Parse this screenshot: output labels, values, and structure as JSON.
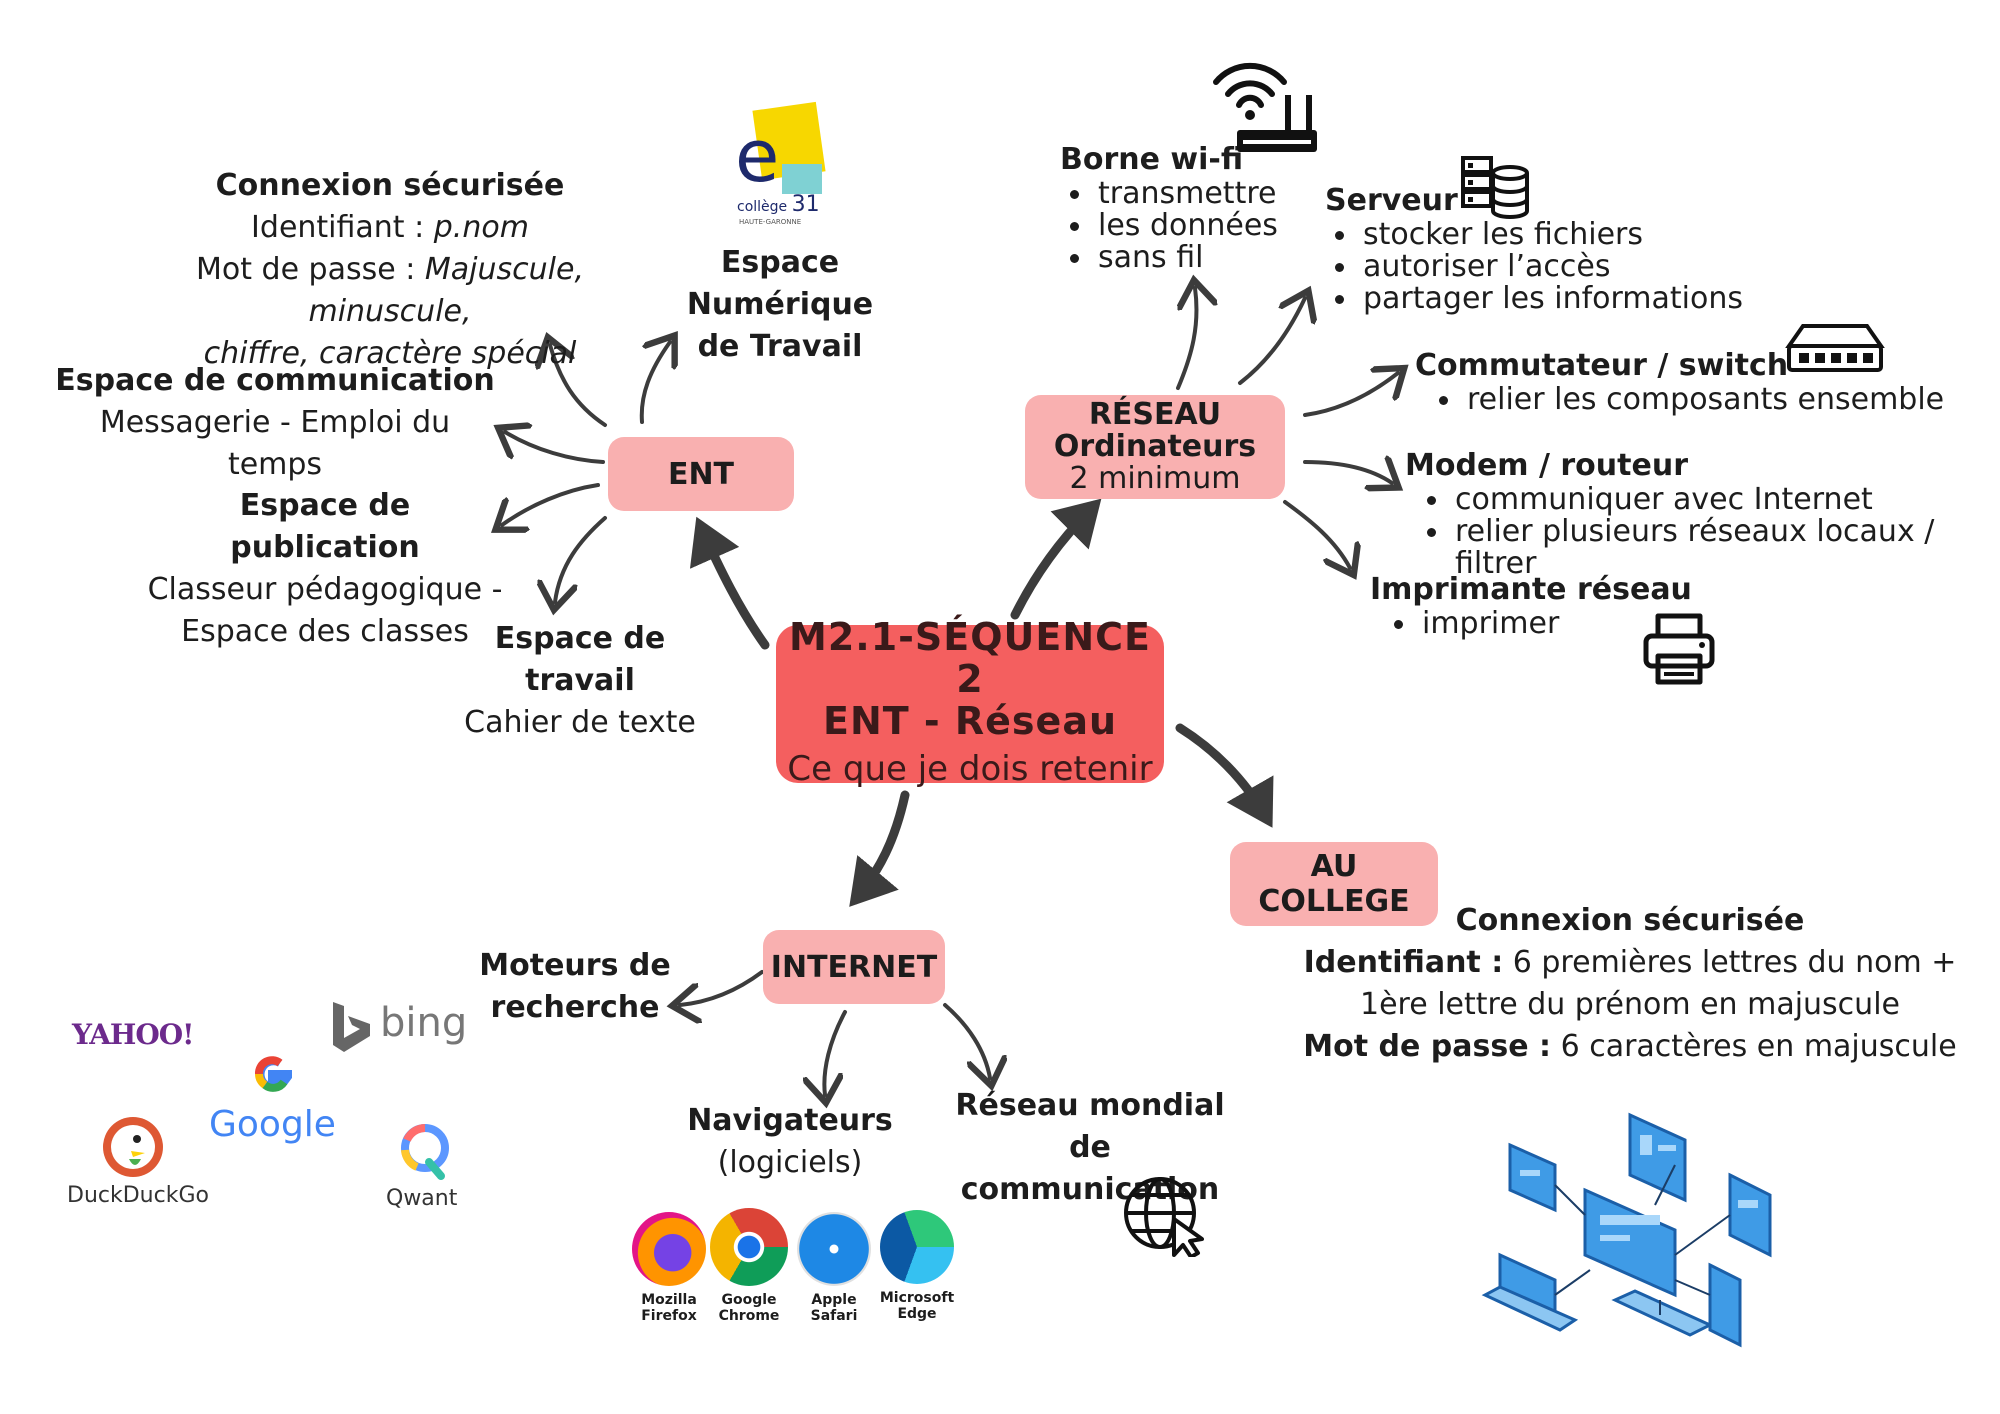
{
  "center": {
    "line1": "M2.1-SÉQUENCE 2",
    "line2": "ENT - Réseau",
    "line3": "Ce que je dois retenir"
  },
  "ent": {
    "label": "ENT",
    "connexion": {
      "title": "Connexion sécurisée",
      "id_label": "Identifiant :",
      "id_value": "p.nom",
      "mdp_label": "Mot de passe :",
      "mdp_value1": "Majuscule, minuscule,",
      "mdp_value2": "chiffre, caractère spécial"
    },
    "espace_num": {
      "line1": "Espace",
      "line2": "Numérique",
      "line3": "de Travail"
    },
    "communication": {
      "title": "Espace de communication",
      "text": "Messagerie - Emploi du temps"
    },
    "publication": {
      "title": "Espace de publication",
      "text1": "Classeur pédagogique -",
      "text2": "Espace des classes"
    },
    "travail": {
      "title": "Espace de travail",
      "text": "Cahier de texte"
    },
    "logo": {
      "letter": "e",
      "text": "collège",
      "num": "31",
      "sub": "HAUTE-GARONNE"
    }
  },
  "reseau": {
    "label1": "RÉSEAU",
    "label2": "Ordinateurs",
    "label3": "2 minimum",
    "wifi": {
      "title": "Borne wi-fi",
      "items": [
        "transmettre",
        "les données",
        "sans fil"
      ]
    },
    "serveur": {
      "title": "Serveur",
      "items": [
        "stocker les fichiers",
        "autoriser l’accès",
        "partager les informations"
      ]
    },
    "switch": {
      "title": "Commutateur / switch",
      "items": [
        "relier les composants ensemble"
      ]
    },
    "modem": {
      "title": "Modem / routeur",
      "items": [
        "communiquer avec Internet",
        "relier plusieurs réseaux locaux / filtrer"
      ]
    },
    "imprimante": {
      "title": "Imprimante réseau",
      "items": [
        "imprimer"
      ]
    }
  },
  "internet": {
    "label": "INTERNET",
    "moteurs": {
      "line1": "Moteurs de",
      "line2": "recherche"
    },
    "navigateurs": {
      "title": "Navigateurs",
      "sub": "(logiciels)"
    },
    "mondial": {
      "line1": "Réseau mondial de",
      "line2": "communication"
    },
    "search_logos": {
      "yahoo": "YAHOO!",
      "bing": "bing",
      "google": "Google",
      "duck": "DuckDuckGo",
      "qwant": "Qwant"
    },
    "browsers": [
      {
        "line1": "Mozilla",
        "line2": "Firefox"
      },
      {
        "line1": "Google",
        "line2": "Chrome"
      },
      {
        "line1": "Apple",
        "line2": "Safari"
      },
      {
        "line1": "Microsoft",
        "line2": "Edge"
      }
    ]
  },
  "college": {
    "label": "AU COLLEGE",
    "title": "Connexion sécurisée",
    "id_label": "Identifiant :",
    "id_text1": "6 premières lettres du nom +",
    "id_text2": "1ère lettre du prénom en majuscule",
    "mdp_label": "Mot de passe :",
    "mdp_text": "6 caractères en majuscule"
  },
  "colors": {
    "main": "#f45f5f",
    "sub": "#f9b0b0",
    "arrow": "#3c3c3c",
    "device_blue": "#3f9be6"
  }
}
